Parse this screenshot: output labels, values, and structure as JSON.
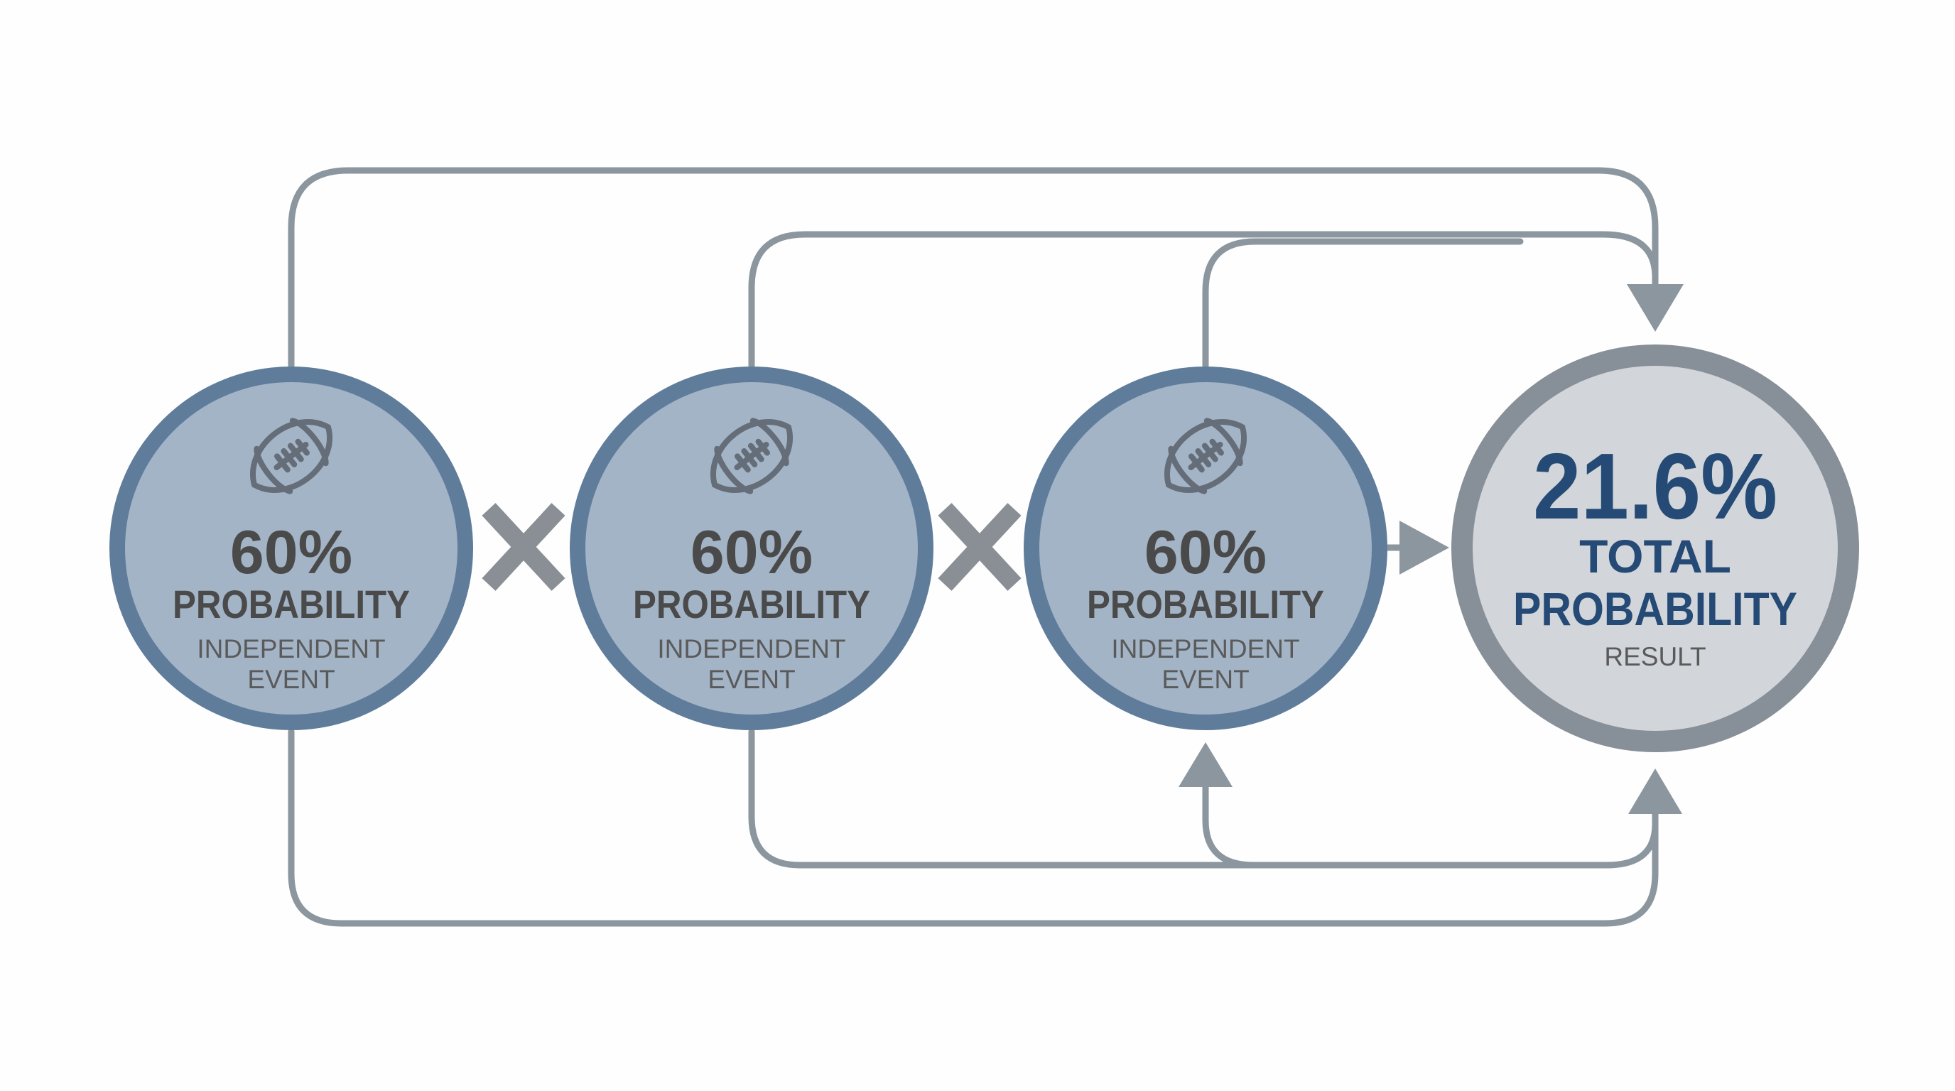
{
  "colors": {
    "connector": "#8b969f",
    "event_fill": "#a3b4c6",
    "event_ring": "#5f7d9b",
    "event_text": "#4a4a4a",
    "event_subtext": "#5a5a5a",
    "icon": "#646d78",
    "operator": "#8a8f95",
    "result_fill": "#d2d5d9",
    "result_ring": "#878f98",
    "result_text": "#244a75",
    "result_subtext": "#5a5a5a"
  },
  "events": [
    {
      "icon": "football-icon",
      "value": "60%",
      "label": "PROBABILITY",
      "sub_line1": "INDEPENDENT",
      "sub_line2": "EVENT"
    },
    {
      "icon": "football-icon",
      "value": "60%",
      "label": "PROBABILITY",
      "sub_line1": "INDEPENDENT",
      "sub_line2": "EVENT"
    },
    {
      "icon": "football-icon",
      "value": "60%",
      "label": "PROBABILITY",
      "sub_line1": "INDEPENDENT",
      "sub_line2": "EVENT"
    }
  ],
  "operators": [
    "multiply-icon",
    "multiply-icon"
  ],
  "result": {
    "value": "21.6%",
    "label_line1": "TOTAL",
    "label_line2": "PROBABILITY",
    "sub": "RESULT"
  }
}
